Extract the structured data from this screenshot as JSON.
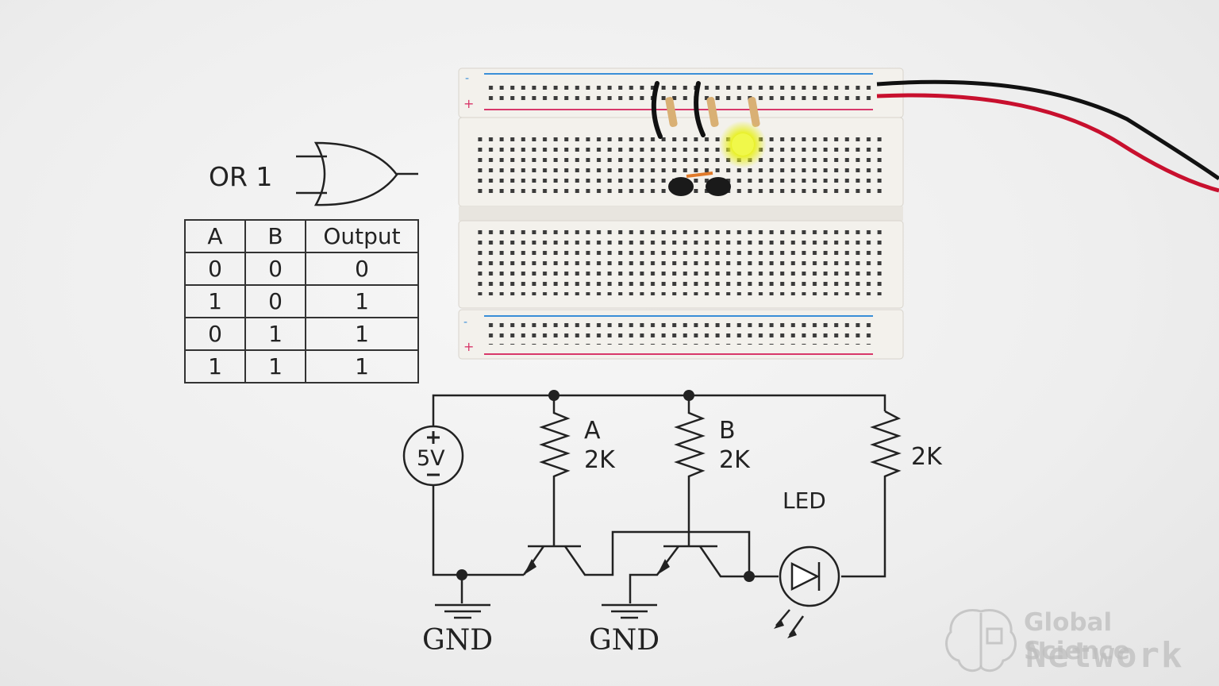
{
  "gate": {
    "title": "OR 1",
    "symbol": "or-gate-icon"
  },
  "truth_table": {
    "headers": [
      "A",
      "B",
      "Output"
    ],
    "rows": [
      [
        "0",
        "0",
        "0"
      ],
      [
        "1",
        "0",
        "1"
      ],
      [
        "0",
        "1",
        "1"
      ],
      [
        "1",
        "1",
        "1"
      ]
    ]
  },
  "schematic": {
    "source_label": "5V",
    "resistor_a_name": "A",
    "resistor_a_value": "2K",
    "resistor_b_name": "B",
    "resistor_b_value": "2K",
    "resistor_led_value": "2K",
    "led_label": "LED",
    "gnd_left": "GND",
    "gnd_right": "GND"
  },
  "watermark": {
    "line1": "Global Science",
    "line2": "Network"
  },
  "colors": {
    "led_glow": "#e8f020",
    "rail_red": "#d8386a",
    "rail_blue": "#3a8fd8",
    "wire_black": "#111111",
    "wire_red": "#c8102e",
    "breadboard": "#f3f1ec"
  }
}
